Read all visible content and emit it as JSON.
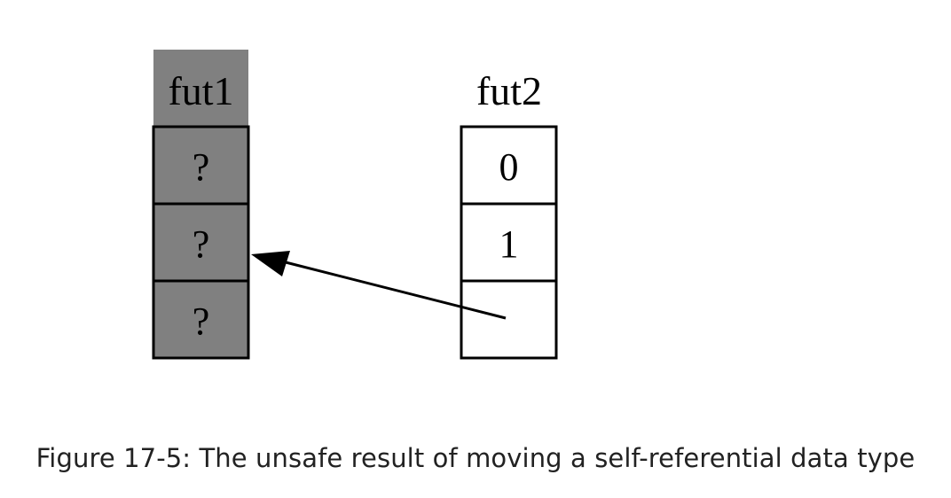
{
  "figure": {
    "caption": "Figure 17-5: The unsafe result of moving a self-referential data type"
  },
  "colors": {
    "moved_fill": "#808080",
    "cell_fill": "#ffffff",
    "stroke": "#000000",
    "caption_text": "#222222"
  },
  "fut1": {
    "label": "fut1",
    "cells": [
      "?",
      "?",
      "?"
    ]
  },
  "fut2": {
    "label": "fut2",
    "cells": [
      "0",
      "1",
      ""
    ]
  },
  "arrow": {
    "from": "fut2 cell 3",
    "to": "fut1 cell 2"
  }
}
